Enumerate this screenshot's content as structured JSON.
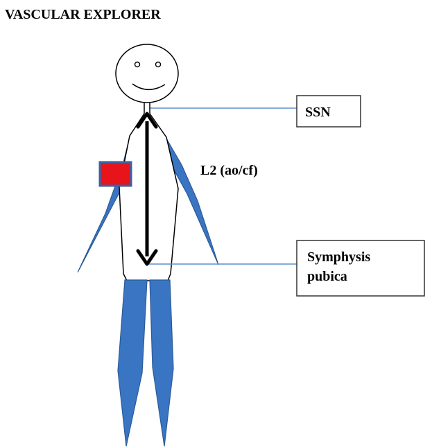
{
  "title": "VASCULAR EXPLORER",
  "measurement_label": "L2 (ao/cf)",
  "callouts": {
    "top": "SSN",
    "bottom_line1": "Symphysis",
    "bottom_line2": "pubica"
  },
  "colors": {
    "limb_blue": "#3a75c4",
    "limb_stroke": "#2b5a96",
    "cuff_red": "#e8141c",
    "cuff_border": "#3a62a8",
    "leader_line": "#5b8fd1",
    "outline": "#000000"
  }
}
